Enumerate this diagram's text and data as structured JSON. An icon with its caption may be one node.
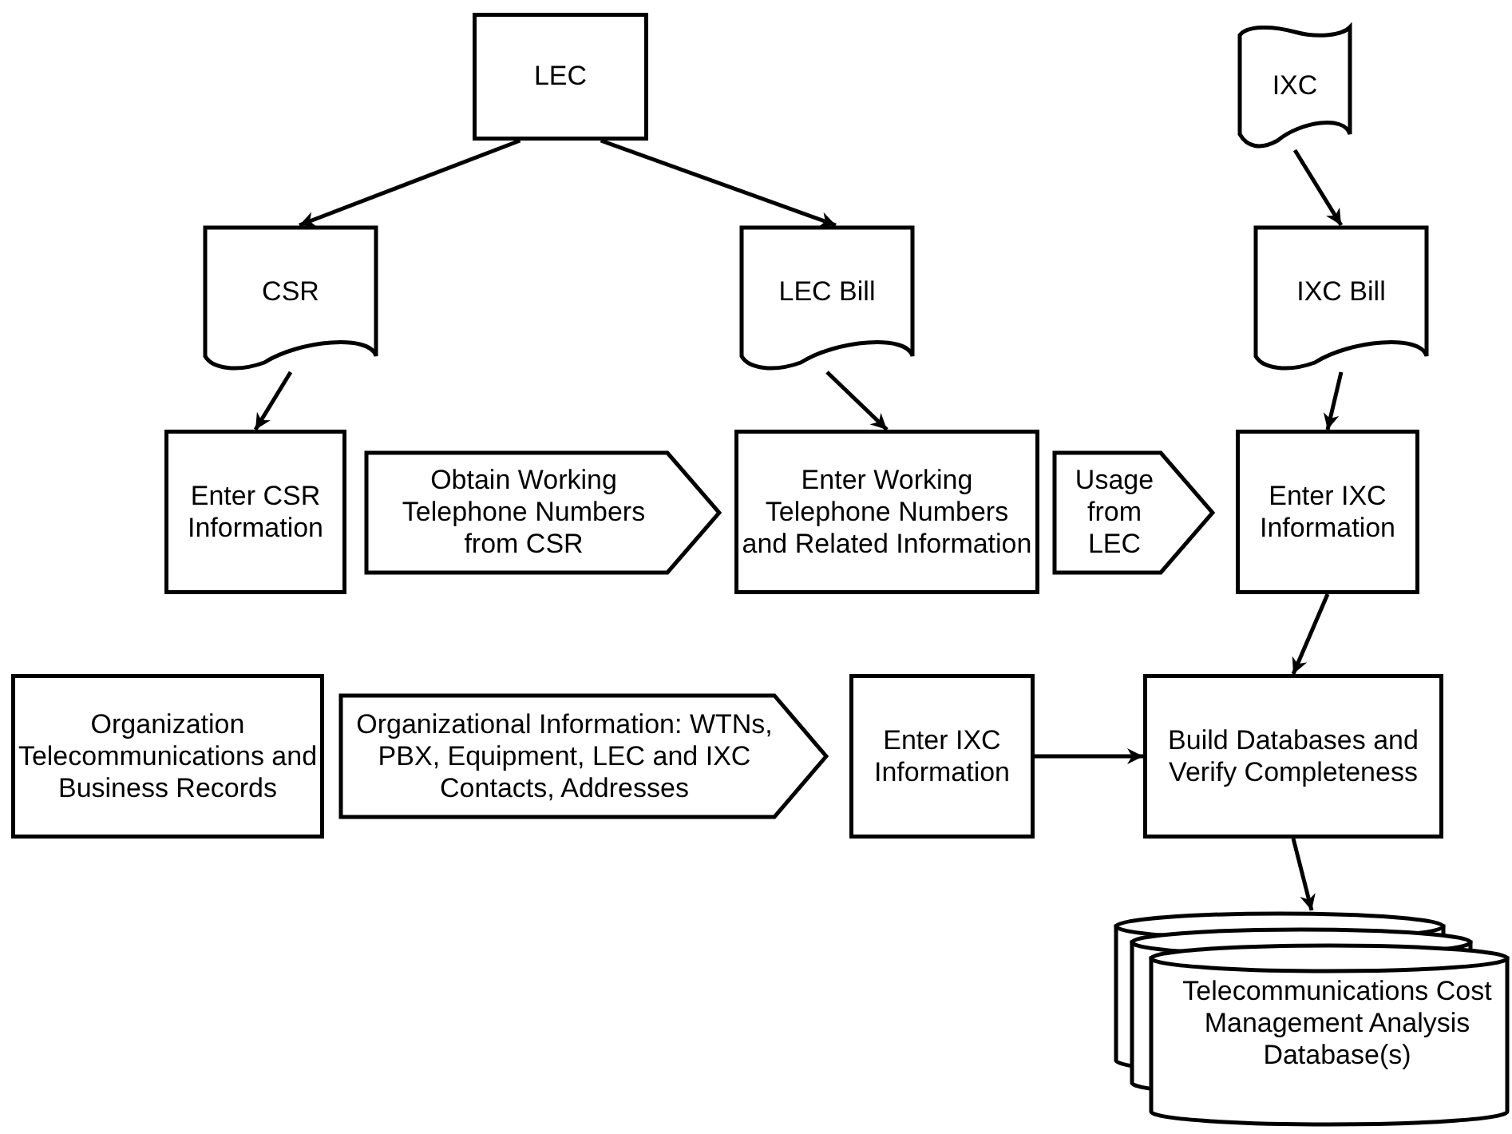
{
  "diagram": {
    "nodes": [
      {
        "text": [
          "LEC"
        ]
      },
      {
        "text": [
          "IXC"
        ]
      },
      {
        "text": [
          "CSR"
        ]
      },
      {
        "text": [
          "LEC Bill"
        ]
      },
      {
        "text": [
          "IXC Bill"
        ]
      },
      {
        "text": [
          "Enter CSR Information"
        ]
      },
      {
        "text": [
          "Obtain Working Telephone Numbers from CSR"
        ]
      },
      {
        "text": [
          "Enter Working Telephone Numbers and Related Information"
        ]
      },
      {
        "text": [
          "Usage from LEC"
        ]
      },
      {
        "text": [
          "Enter IXC Information"
        ]
      },
      {
        "text": [
          "Organization Telecommunications and Business Records"
        ]
      },
      {
        "text": [
          "Organizational Information: WTNs, PBX, Equipment, LEC and IXC Contacts, Addresses"
        ]
      },
      {
        "text": [
          "Enter IXC Information"
        ]
      },
      {
        "text": [
          "Build Databases and Verify Completeness"
        ]
      },
      {
        "text": [
          "Telecommunications Cost Management Analysis Database(s)"
        ]
      }
    ],
    "edges": [
      {
        "from": 0,
        "to": 2,
        "arrow": "to"
      },
      {
        "from": 0,
        "to": 3,
        "arrow": "to"
      },
      {
        "from": 1,
        "to": 4,
        "arrow": "to"
      },
      {
        "from": 2,
        "to": 5,
        "arrow": "to"
      },
      {
        "from": 3,
        "to": 7,
        "arrow": "to"
      },
      {
        "from": 4,
        "to": 9,
        "arrow": "to"
      },
      {
        "from": 9,
        "to": 13,
        "arrow": "to"
      },
      {
        "from": 12,
        "to": 13,
        "arrow": "to"
      },
      {
        "from": 13,
        "to": 14,
        "arrow": "to"
      }
    ]
  }
}
